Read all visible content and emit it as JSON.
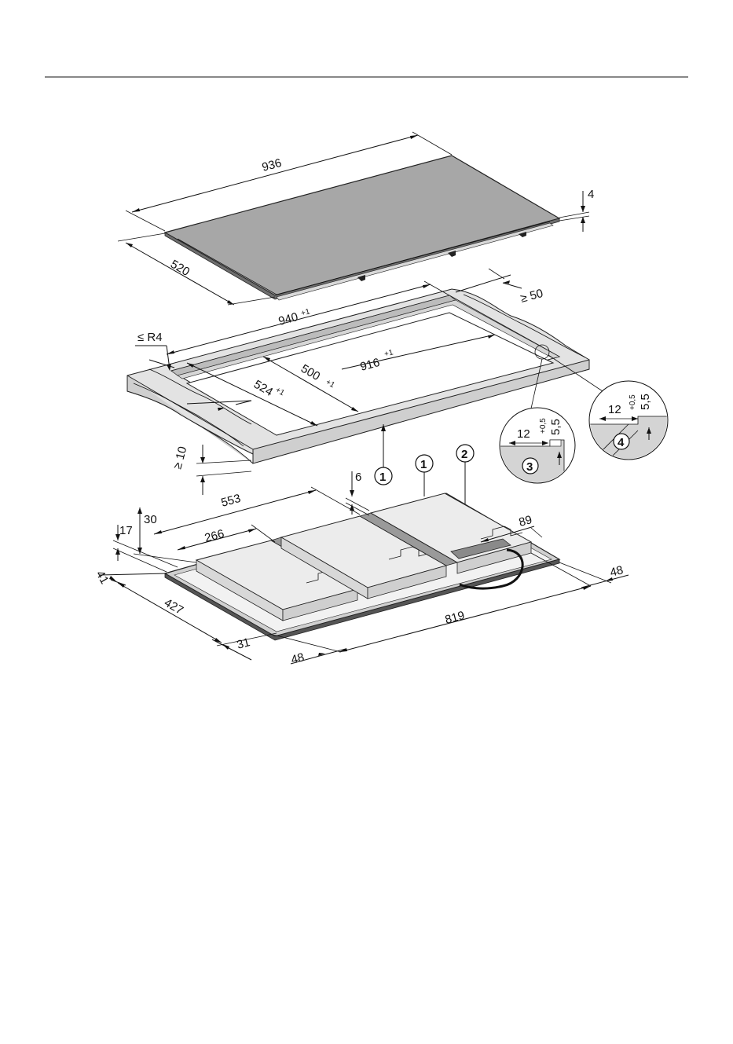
{
  "diagram": {
    "dimensions": {
      "hob_width": "936",
      "hob_depth": "520",
      "hob_thickness": "4",
      "cutout_width": "940",
      "cutout_width_tol": "+1",
      "edge_clearance": "≥ 50",
      "corner_radius": "≤ R4",
      "inner_width": "916",
      "inner_width_tol": "+1",
      "inner_depth_outer": "524",
      "inner_depth_outer_tol": "+1",
      "inner_depth": "500",
      "inner_depth_tol": "+1",
      "worktop_min": "≥ 10",
      "gap_6": "6",
      "body_553": "553",
      "body_266": "266",
      "h_30": "30",
      "h_17": "17",
      "d_41": "41",
      "d_427": "427",
      "d_31": "31",
      "d_48_front": "48",
      "w_819": "819",
      "w_48_right": "48",
      "w_89": "89",
      "detail_12_a": "12",
      "detail_55_a": "5,5",
      "detail_tol_a": "+0,5",
      "detail_12_b": "12",
      "detail_55_b": "5,5",
      "detail_tol_b": "+0,5"
    },
    "callouts": {
      "c1_left": "1",
      "c1_right": "1",
      "c2": "2",
      "c3": "3",
      "c4": "4"
    },
    "colors": {
      "glass": "#a7a7a7",
      "worktop": "#e3e3e3",
      "worktop_edge": "#cfcfcf",
      "body": "#ececec",
      "channel": "#9a9a9a",
      "frame": "#555555"
    }
  }
}
